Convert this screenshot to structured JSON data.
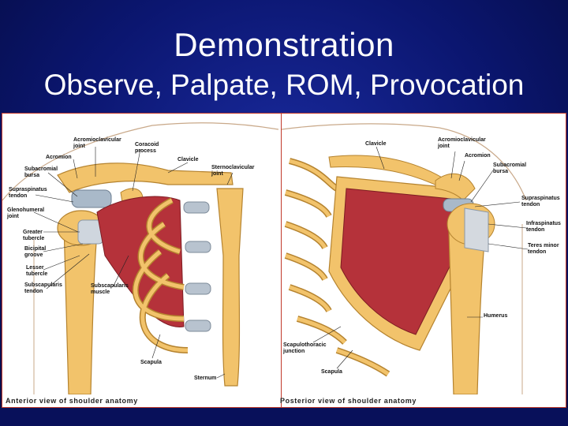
{
  "slide": {
    "title": "Demonstration",
    "subtitle": "Observe, Palpate, ROM, Provocation"
  },
  "figure": {
    "anterior": {
      "caption": "Anterior view of shoulder anatomy",
      "labels": {
        "acromioclavicular_joint": "Acromioclavicular\njoint",
        "coracoid_process": "Coracoid\nprocess",
        "acromion": "Acromion",
        "clavicle": "Clavicle",
        "subacromial_bursa": "Subacromial\nbursa",
        "sternoclavicular_joint": "Sternoclavicular\njoint",
        "supraspinatus_tendon": "Supraspinatus\ntendon",
        "glenohumeral_joint": "Glenohumeral\njoint",
        "greater_tubercle": "Greater\ntubercle",
        "bicipital_groove": "Bicipital\ngroove",
        "lesser_tubercle": "Lesser\ntubercle",
        "subscapularis_tendon": "Subscapularis\ntendon",
        "subscapularis_muscle": "Subscapularis\nmuscle",
        "scapula": "Scapula",
        "sternum": "Sternum"
      }
    },
    "posterior": {
      "caption": "Posterior view of shoulder anatomy",
      "labels": {
        "clavicle": "Clavicle",
        "acromioclavicular_joint": "Acromioclavicular\njoint",
        "acromion": "Acromion",
        "subacromial_bursa": "Subacromial\nbursa",
        "supraspinatus_tendon": "Supraspinatus\ntendon",
        "infraspinatus_tendon": "Infraspinatus\ntendon",
        "teres_minor_tendon": "Teres minor\ntendon",
        "humerus": "Humerus",
        "scapulothoracic_junction": "Scapulothoracic\njunction",
        "scapula": "Scapula"
      }
    }
  },
  "colors": {
    "background": "#0b1670",
    "title_text": "#ffffff",
    "bone": "#f2c36b",
    "bone_outline": "#b5832f",
    "muscle": "#b5323a",
    "cartilage": "#b8c3cf",
    "frame_border": "#c0392b"
  }
}
